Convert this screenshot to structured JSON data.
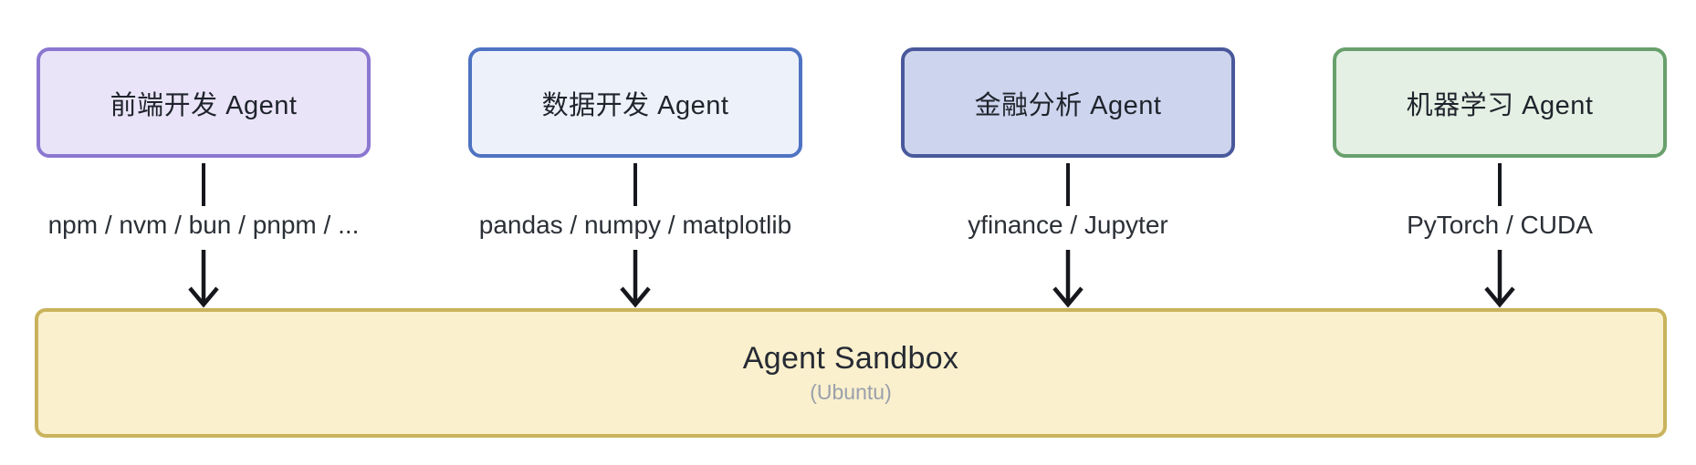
{
  "diagram": {
    "agents": [
      {
        "label": "前端开发 Agent",
        "tools": "npm / nvm / bun / pnpm / ...",
        "fill": "#eae4f8",
        "border": "#8b77d0"
      },
      {
        "label": "数据开发 Agent",
        "tools": "pandas / numpy / matplotlib",
        "fill": "#edf1fa",
        "border": "#4e73c2"
      },
      {
        "label": "金融分析 Agent",
        "tools": "yfinance / Jupyter",
        "fill": "#cdd4ed",
        "border": "#4a599b"
      },
      {
        "label": "机器学习 Agent",
        "tools": "PyTorch / CUDA",
        "fill": "#e4f0e4",
        "border": "#68a06c"
      }
    ],
    "sandbox": {
      "title": "Agent Sandbox",
      "subtitle": "(Ubuntu)",
      "fill": "#faf0cd",
      "border": "#c9b35c"
    },
    "arrow_color": "#15171c"
  }
}
